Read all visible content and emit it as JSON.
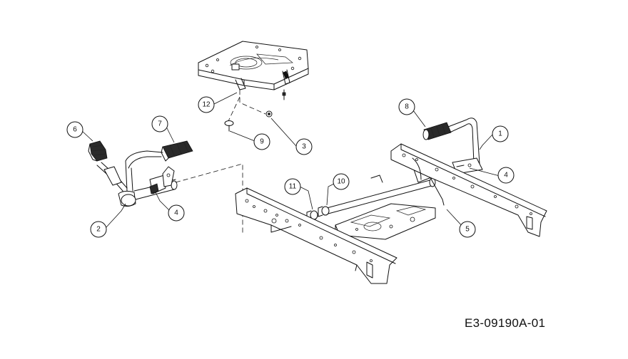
{
  "drawing_code": "E3-09190A-01",
  "callouts": [
    {
      "label": "1"
    },
    {
      "label": "2"
    },
    {
      "label": "3"
    },
    {
      "label": "4"
    },
    {
      "label": "4"
    },
    {
      "label": "5"
    },
    {
      "label": "6"
    },
    {
      "label": "7"
    },
    {
      "label": "8"
    },
    {
      "label": "9"
    },
    {
      "label": "10"
    },
    {
      "label": "11"
    },
    {
      "label": "12"
    }
  ]
}
